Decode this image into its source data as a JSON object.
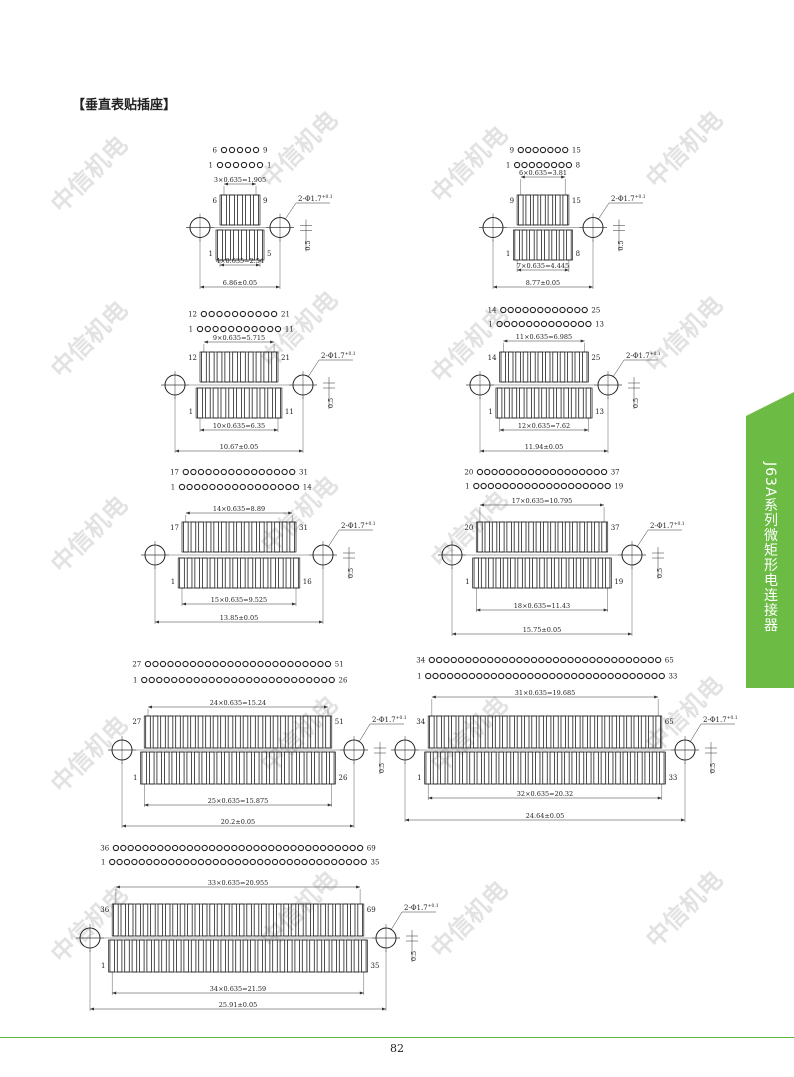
{
  "page": {
    "heading": "【垂直表贴插座】",
    "side_tab_label": "J63A系列微矩形电连接器",
    "page_number": "82",
    "watermark": "中信机电",
    "accent_color": "#6cbb45"
  },
  "drawings": [
    {
      "top_count": 5,
      "top_label_left": "6",
      "top_label_right": "9",
      "bottom_label_left": "1",
      "bottom_label_right": "1",
      "top_dim": "3×0.635=1.905",
      "bottom_dim": "4×0.635=2.54",
      "overall_dim": "6.86±0.05",
      "hole_label": "2-Φ1.7",
      "spacing_label": "0.5",
      "row_top_left": "6",
      "row_top_right": "9",
      "row_bottom_left": "1",
      "row_bottom_right": "5"
    },
    {
      "top_count": 7,
      "top_label_left": "9",
      "top_label_right": "15",
      "bottom_label_left": "1",
      "bottom_label_right": "8",
      "top_dim": "6×0.635=3.81",
      "bottom_dim": "7×0.635=4.445",
      "overall_dim": "8.77±0.05",
      "hole_label": "2-Φ1.7",
      "spacing_label": "0.5",
      "row_top_left": "9",
      "row_top_right": "15",
      "row_bottom_left": "1",
      "row_bottom_right": "8"
    },
    {
      "top_count": 10,
      "top_label_left": "12",
      "top_label_right": "21",
      "bottom_label_left": "1",
      "bottom_label_right": "11",
      "top_dim": "9×0.635=5.715",
      "bottom_dim": "10×0.635=6.35",
      "overall_dim": "10.67±0.05",
      "hole_label": "2-Φ1.7",
      "spacing_label": "0.5",
      "row_top_left": "12",
      "row_top_right": "21",
      "row_bottom_left": "1",
      "row_bottom_right": "11"
    },
    {
      "top_count": 12,
      "top_label_left": "14",
      "top_label_right": "25",
      "bottom_label_left": "1",
      "bottom_label_right": "13",
      "top_dim": "11×0.635=6.985",
      "bottom_dim": "12×0.635=7.62",
      "overall_dim": "11.94±0.05",
      "hole_label": "2-Φ1.7",
      "spacing_label": "0.5",
      "row_top_left": "14",
      "row_top_right": "25",
      "row_bottom_left": "1",
      "row_bottom_right": "13"
    },
    {
      "top_count": 15,
      "top_label_left": "17",
      "top_label_right": "31",
      "bottom_label_left": "1",
      "bottom_label_right": "14",
      "top_dim": "14×0.635=8.89",
      "bottom_dim": "15×0.635=9.525",
      "overall_dim": "13.85±0.05",
      "hole_label": "2-Φ1.7",
      "spacing_label": "0.5",
      "row_top_left": "17",
      "row_top_right": "31",
      "row_bottom_left": "1",
      "row_bottom_right": "16"
    },
    {
      "top_count": 18,
      "top_label_left": "20",
      "top_label_right": "37",
      "bottom_label_left": "1",
      "bottom_label_right": "19",
      "top_dim": "17×0.635=10.795",
      "bottom_dim": "18×0.635=11.43",
      "overall_dim": "15.75±0.05",
      "hole_label": "2-Φ1.7",
      "spacing_label": "0.5",
      "row_top_left": "20",
      "row_top_right": "37",
      "row_bottom_left": "1",
      "row_bottom_right": "19"
    },
    {
      "top_count": 25,
      "top_label_left": "27",
      "top_label_right": "51",
      "bottom_label_left": "1",
      "bottom_label_right": "26",
      "top_dim": "24×0.635=15.24",
      "bottom_dim": "25×0.635=15.875",
      "overall_dim": "20.2±0.05",
      "hole_label": "2-Φ1.7",
      "spacing_label": "0.5",
      "row_top_left": "27",
      "row_top_right": "51",
      "row_bottom_left": "1",
      "row_bottom_right": "26"
    },
    {
      "top_count": 32,
      "top_label_left": "34",
      "top_label_right": "65",
      "bottom_label_left": "1",
      "bottom_label_right": "33",
      "top_dim": "31×0.635=19.685",
      "bottom_dim": "32×0.635=20.32",
      "overall_dim": "24.64±0.05",
      "hole_label": "2-Φ1.7",
      "spacing_label": "0.5",
      "row_top_left": "34",
      "row_top_right": "65",
      "row_bottom_left": "1",
      "row_bottom_right": "33"
    },
    {
      "top_count": 34,
      "top_label_left": "36",
      "top_label_right": "69",
      "bottom_label_left": "1",
      "bottom_label_right": "35",
      "top_dim": "33×0.635=20.955",
      "bottom_dim": "34×0.635=21.59",
      "overall_dim": "25.91±0.05",
      "hole_label": "2-Φ1.7",
      "spacing_label": "0.5",
      "row_top_left": "36",
      "row_top_right": "69",
      "row_bottom_left": "1",
      "row_bottom_right": "35"
    }
  ]
}
